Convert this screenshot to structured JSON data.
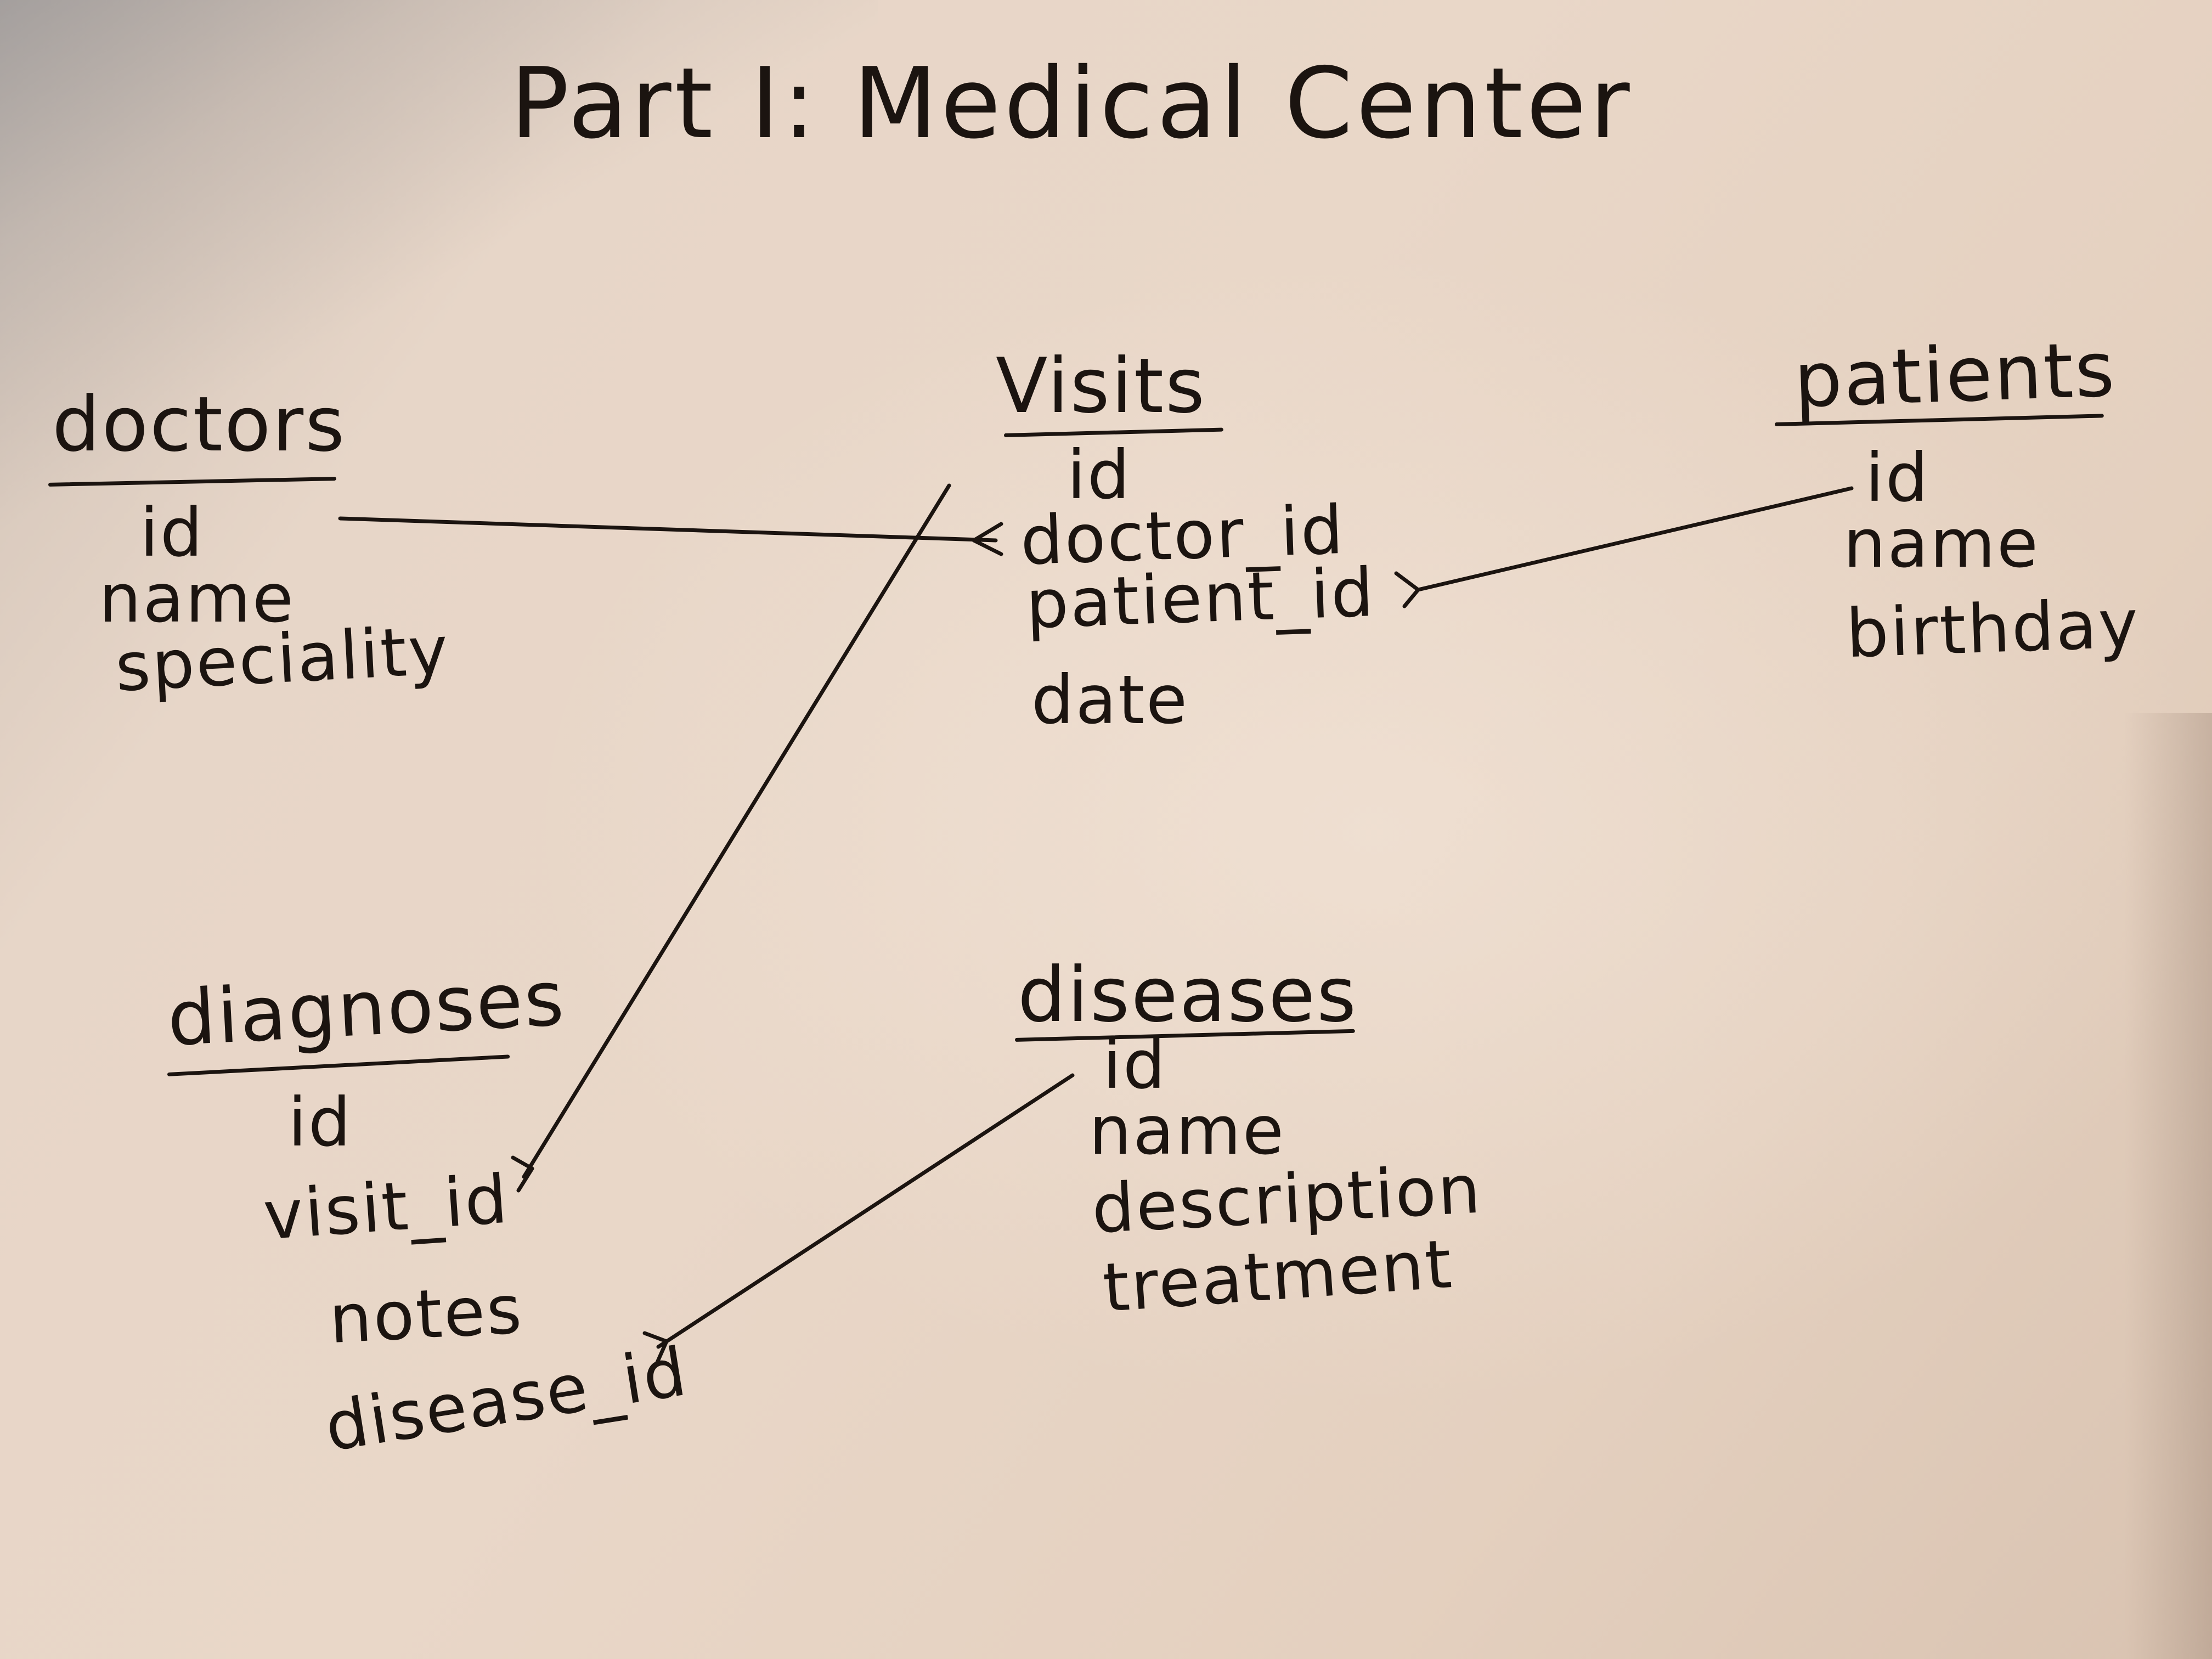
{
  "title": "Part I: Medical Center",
  "entities": {
    "doctors": {
      "name": "doctors",
      "fields": [
        "id",
        "name",
        "speciality"
      ]
    },
    "visits": {
      "name": "Visits",
      "fields": [
        "id",
        "doctor_id",
        "patient_id",
        "date"
      ]
    },
    "patients": {
      "name": "patients",
      "fields": [
        "id",
        "name",
        "birthday"
      ]
    },
    "diagnoses": {
      "name": "diagnoses",
      "fields": [
        "id",
        "visit_id",
        "notes",
        "disease_id"
      ]
    },
    "diseases": {
      "name": "diseases",
      "fields": [
        "id",
        "name",
        "description",
        "treatment"
      ]
    }
  },
  "relationships": [
    {
      "from": "doctors.id",
      "to": "Visits.doctor_id"
    },
    {
      "from": "patients.id",
      "to": "Visits.patient_id"
    },
    {
      "from": "Visits.id",
      "to": "diagnoses.visit_id"
    },
    {
      "from": "diseases.id",
      "to": "diagnoses.disease_id"
    }
  ]
}
